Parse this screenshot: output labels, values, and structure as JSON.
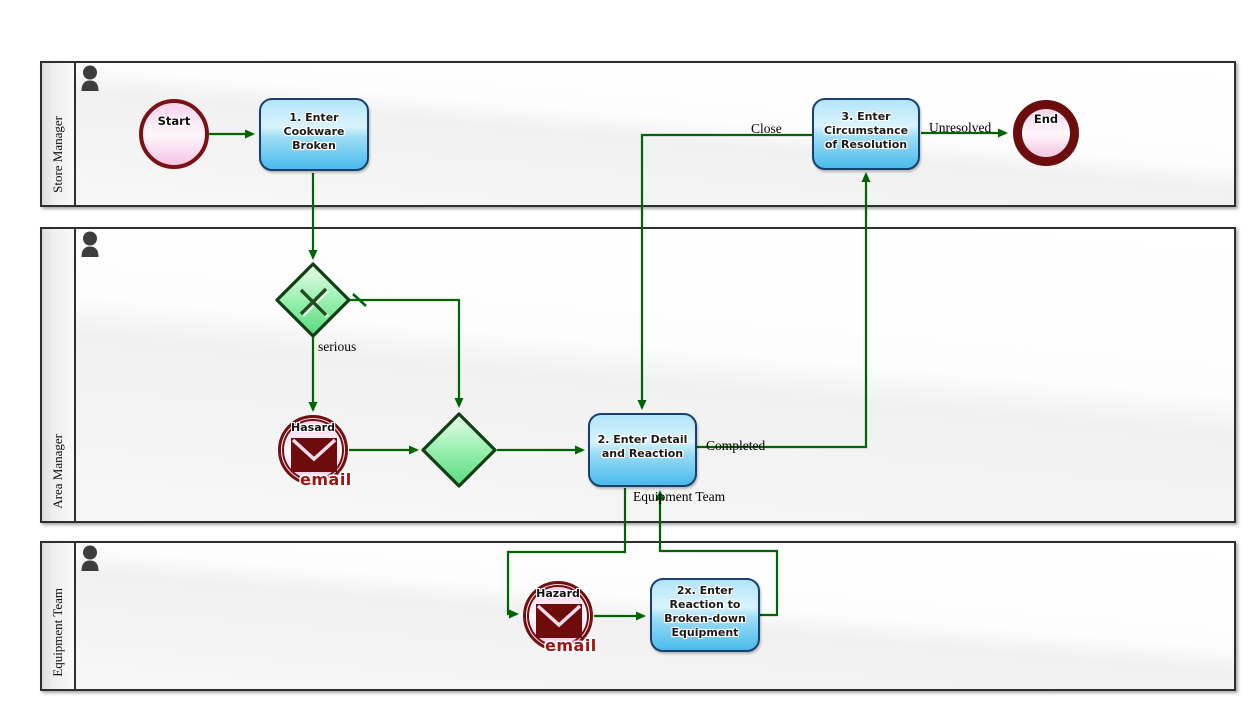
{
  "diagram": {
    "type": "bpmn-process",
    "lanes": [
      {
        "label": "Store Manager"
      },
      {
        "label": "Area Manager"
      },
      {
        "label": "Equipment Team"
      }
    ],
    "nodes": {
      "start": {
        "type": "start-event",
        "label": "Start"
      },
      "task1": {
        "type": "task",
        "label": "1. Enter Cookware Broken"
      },
      "task3": {
        "type": "task",
        "label": "3. Enter Circumstance of Resolution"
      },
      "end": {
        "type": "end-event",
        "label": "End"
      },
      "gateway1": {
        "type": "exclusive-gateway-x"
      },
      "gateway2": {
        "type": "exclusive-gateway"
      },
      "hasard_event": {
        "type": "message-event",
        "label": "Hasard",
        "caption": "email"
      },
      "task2": {
        "type": "task",
        "label": "2. Enter Detail and Reaction"
      },
      "hazard_event": {
        "type": "message-event",
        "label": "Hazard",
        "caption": "email"
      },
      "task2x": {
        "type": "task",
        "label": "2x. Enter Reaction to Broken-down Equipment"
      }
    },
    "edge_labels": {
      "serious": "serious",
      "close": "Close",
      "unresolved": "Unresolved",
      "completed": "Completed",
      "equipment_team": "Equipment Team"
    },
    "colors": {
      "flow": "#006400",
      "task_border": "#17406e",
      "task_fill_bottom": "#49bbec",
      "event_border": "#6e0d0d",
      "event_fill": "#f7d2ec",
      "gateway_border": "#123f12",
      "gateway_fill": "#7de8a0",
      "email_text": "#9c1414"
    }
  }
}
